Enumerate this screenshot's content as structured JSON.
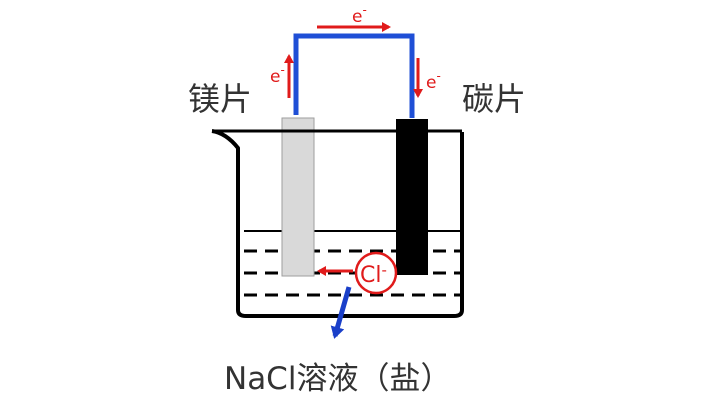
{
  "labels": {
    "left_electrode": "镁片",
    "right_electrode": "碳片",
    "solution": "NaCl溶液（盐）",
    "electron": "e",
    "electron_charge": "-",
    "ion": "Cl",
    "ion_charge": "-"
  },
  "colors": {
    "wire": "#1f4fd6",
    "electron_arrow": "#e01b1b",
    "magnesium": "#d9d9d9",
    "carbon": "#000000",
    "beaker": "#000000",
    "solution_arrow": "#1a3fc9",
    "text": "#333333"
  }
}
